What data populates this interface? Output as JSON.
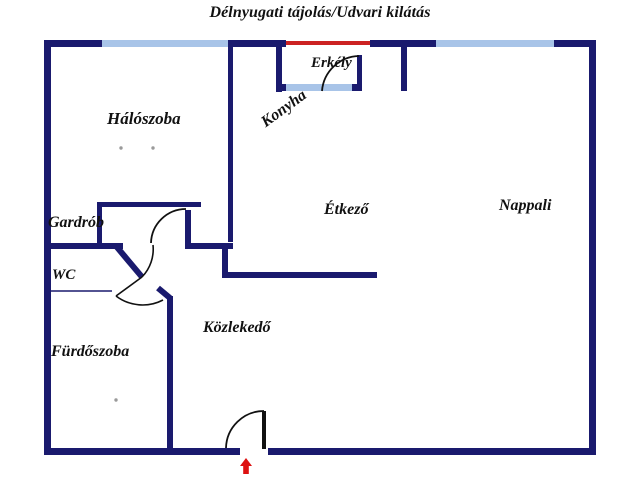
{
  "plan": {
    "title": "Délnyugati tájolás/Udvari kilátás",
    "rooms": [
      {
        "key": "halószoba",
        "label": "Hálószoba"
      },
      {
        "key": "gardrób",
        "label": "Gardrób"
      },
      {
        "key": "wc",
        "label": "WC"
      },
      {
        "key": "fürdőszoba",
        "label": "Fürdőszoba"
      },
      {
        "key": "közlekedő",
        "label": "Közlekedő"
      },
      {
        "key": "erkély",
        "label": "Erkély"
      },
      {
        "key": "konyha",
        "label": "Konyha"
      },
      {
        "key": "étkező",
        "label": "Étkező"
      },
      {
        "key": "nappali",
        "label": "Nappali"
      }
    ],
    "labels": {
      "halószoba": "Hálószoba",
      "gardrób": "Gardrób",
      "wc": "WC",
      "fürdőszoba": "Fürdőszoba",
      "közlekedő": "Közlekedő",
      "erkély": "Erkély",
      "konyha": "Konyha",
      "étkező": "Étkező",
      "nappali": "Nappali"
    },
    "colors": {
      "wall": "#1a1a6e",
      "window": "#a8c4e8",
      "railing": "#cc2222",
      "entrance_arrow": "#dd1111",
      "door_arc": "#111111",
      "background": "#ffffff",
      "text": "#111111",
      "fixture_dot": "#9a9a9a"
    },
    "markers": {
      "entrance_arrow": "up-arrow"
    }
  }
}
